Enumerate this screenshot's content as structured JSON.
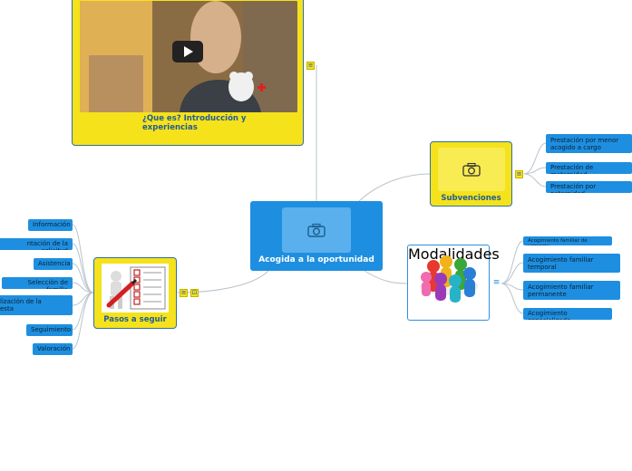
{
  "central": {
    "label": "Acogida a la oportunidad",
    "icon": "camera-icon"
  },
  "video_topic": {
    "label": "¿Que es? Introducción y experiencias",
    "media": "video-thumbnail"
  },
  "subvenciones": {
    "label": "Subvenciones",
    "icon": "camera-icon",
    "children": [
      "Prestación por menor acogido a cargo",
      "Prestación de maternidad",
      "Prestación por paternidad"
    ]
  },
  "modalidades": {
    "label": "Modalidades",
    "icon": "people-circle-icon",
    "children": [
      "Acogimiento familiar de urgencia",
      "Acogimiento familiar temporal",
      "Acogimiento familiar permanente",
      "Acogimiento especializado"
    ]
  },
  "pasos": {
    "label": "Pasos a seguir",
    "icon": "checklist-icon",
    "children": [
      "Información",
      "ntación de la solicitud",
      "Asistencia",
      "Selección de familia",
      "lización de la esta",
      "Seguimiento",
      "Valoración"
    ]
  },
  "colors": {
    "blue": "#1e8fe0",
    "yellow": "#f5e21b",
    "navy": "#1f5d96"
  }
}
